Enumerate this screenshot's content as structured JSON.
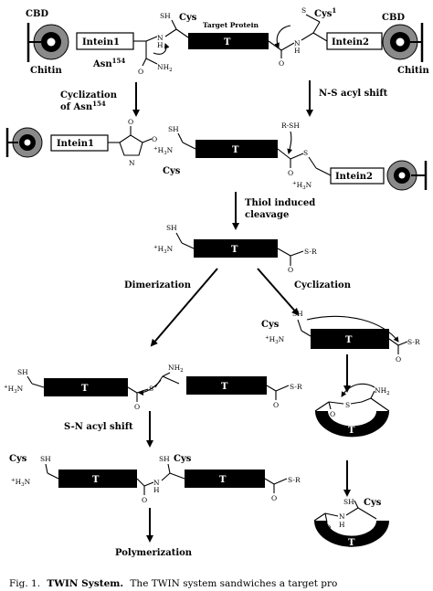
{
  "labels": {
    "cbd": "CBD",
    "chitin": "Chitin",
    "intein1": "Intein1",
    "intein2": "Intein2",
    "target_protein": "Target Protein",
    "t": "T",
    "cys": "Cys",
    "cys1": "Cys",
    "cys1_sup": "1",
    "asn": "Asn",
    "asn_sup": "154",
    "sh": "SH",
    "s": "S",
    "nh2": "NH",
    "nh2_sub": "2",
    "h3n": "H",
    "h3n_sub": "3",
    "h3n_n": "N",
    "plus": "+",
    "sr": "S-R",
    "rsh": "R-SH",
    "n": "N",
    "h": "H",
    "o": "O"
  },
  "steps": {
    "cyclization_asn_line1": "Cyclization",
    "cyclization_asn_line2": "of Asn",
    "cyclization_asn_sup": "154",
    "ns_acyl": "N-S acyl shift",
    "thiol_line1": "Thiol induced",
    "thiol_line2": "cleavage",
    "dimerization": "Dimerization",
    "cyclization": "Cyclization",
    "sn_acyl": "S-N acyl shift",
    "polymerization": "Polymerization"
  },
  "caption": {
    "fig": "Fig. 1.",
    "title": "TWIN System.",
    "text": "The TWIN system sandwiches a target pro"
  },
  "colors": {
    "black": "#000000",
    "grey": "#8a8a8a",
    "white": "#ffffff"
  }
}
